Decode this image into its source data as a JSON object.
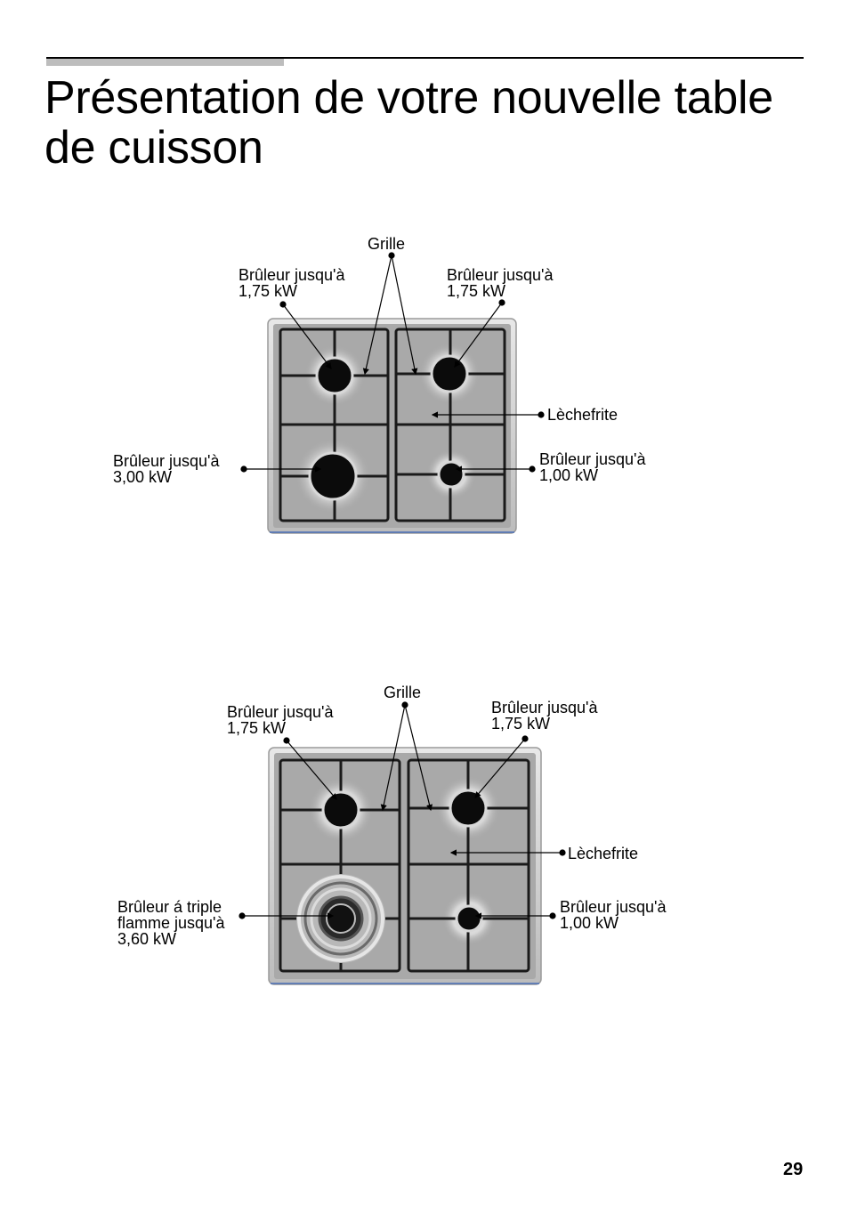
{
  "page": {
    "title_line1": "Présentation de votre nouvelle table",
    "title_line2": "de cuisson",
    "number": "29"
  },
  "cooktop_1": {
    "labels": {
      "grille": "Grille",
      "burner_top_left": "Brûleur jusqu'à\n1,75 kW",
      "burner_top_right": "Brûleur jusqu'à\n1,75 kW",
      "drip_tray": "Lèchefrite",
      "burner_bottom_left": "Brûleur jusqu'à\n3,00 kW",
      "burner_bottom_right": "Brûleur jusqu'à\n1,00 kW"
    }
  },
  "cooktop_2": {
    "labels": {
      "grille": "Grille",
      "burner_top_left": "Brûleur jusqu'à\n1,75 kW",
      "burner_top_right": "Brûleur jusqu'à\n1,75 kW",
      "drip_tray": "Lèchefrite",
      "burner_bottom_left": "Brûleur á triple\nflamme jusqu'à\n3,60 kW",
      "burner_bottom_right": "Brûleur jusqu'à\n1,00 kW"
    }
  },
  "colors": {
    "panel": "#a9a9a9",
    "grate": "#1a1a1a",
    "frame": "#d0d0d0"
  }
}
